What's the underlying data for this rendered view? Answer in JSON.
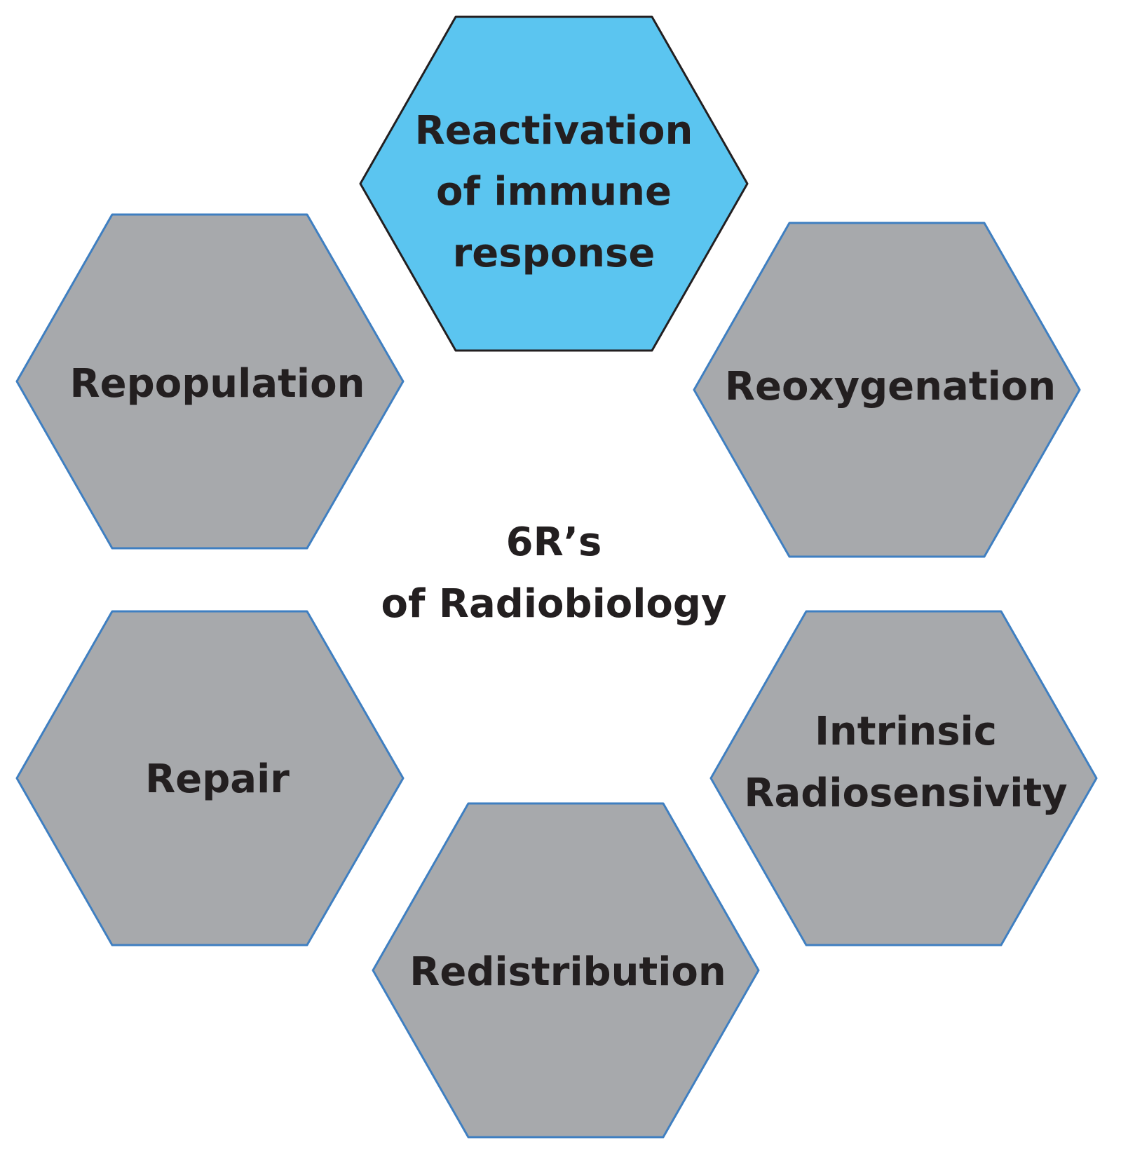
{
  "center": {
    "line1": "6R’s",
    "line2": "of Radiobiology"
  },
  "hexagons": [
    {
      "id": "reactivation",
      "lines": [
        "Reactivation",
        "of immune",
        "response"
      ],
      "fill": "#5bc5f0",
      "stroke": "#231f20"
    },
    {
      "id": "repopulation",
      "lines": [
        "Repopulation"
      ],
      "fill": "#a7a9ac",
      "stroke": "#3f7fc1"
    },
    {
      "id": "reoxygenation",
      "lines": [
        "Reoxygenation"
      ],
      "fill": "#a7a9ac",
      "stroke": "#3f7fc1"
    },
    {
      "id": "repair",
      "lines": [
        "Repair"
      ],
      "fill": "#a7a9ac",
      "stroke": "#3f7fc1"
    },
    {
      "id": "intrinsic-radiosensivity",
      "lines": [
        "Intrinsic",
        "Radiosensivity"
      ],
      "fill": "#a7a9ac",
      "stroke": "#3f7fc1"
    },
    {
      "id": "redistribution",
      "lines": [
        "Redistribution"
      ],
      "fill": "#a7a9ac",
      "stroke": "#3f7fc1"
    }
  ]
}
